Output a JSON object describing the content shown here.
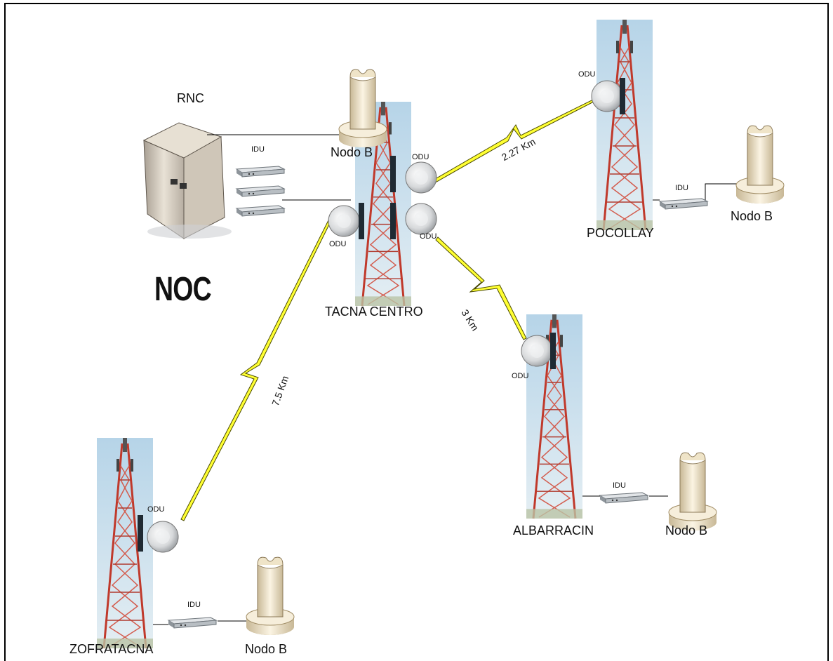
{
  "noc": {
    "rnc_label": "RNC",
    "noc_label": "NOC",
    "idu_label": "IDU"
  },
  "sites": {
    "tacna_centro": {
      "name": "TACNA CENTRO",
      "nodo_label": "Nodo B",
      "odu_labels": [
        "ODU",
        "ODU",
        "ODU"
      ]
    },
    "pocollay": {
      "name": "POCOLLAY",
      "odu_label": "ODU",
      "idu_label": "IDU",
      "nodo_label": "Nodo B"
    },
    "albarracin": {
      "name": "ALBARRACIN",
      "odu_label": "ODU",
      "idu_label": "IDU",
      "nodo_label": "Nodo B"
    },
    "zofratacna": {
      "name": "ZOFRATACNA",
      "odu_label": "ODU",
      "idu_label": "IDU",
      "nodo_label": "Nodo B"
    }
  },
  "links": [
    {
      "from": "TACNA CENTRO",
      "to": "POCOLLAY",
      "distance": "2.27 Km"
    },
    {
      "from": "TACNA CENTRO",
      "to": "ALBARRACIN",
      "distance": "3 Km"
    },
    {
      "from": "TACNA CENTRO",
      "to": "ZOFRATACNA",
      "distance": "7.5 Km"
    }
  ],
  "colors": {
    "link": "#ffff33",
    "tower": "#c0392b",
    "tower_bg": "#c9dce8",
    "antenna": "#1f2a33",
    "device": "#7a8288",
    "nodo": "#e8dcc0"
  }
}
